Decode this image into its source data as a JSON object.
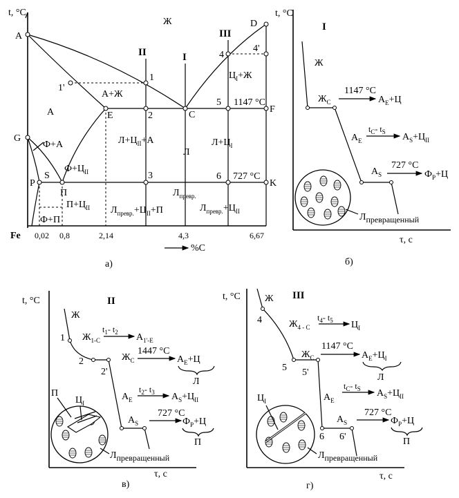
{
  "panel_a": {
    "axis_t": "t, °C",
    "axis_x": "%C",
    "caption": "а)",
    "pts": {
      "A": "A",
      "D": "D",
      "E": "E",
      "C": "C",
      "F": "F",
      "G": "G",
      "P": "P",
      "S": "S",
      "K": "K",
      "p1p": "1'",
      "n1": "1",
      "n2": "2",
      "n3": "3",
      "n4": "4",
      "n4p": "4'",
      "n5": "5",
      "n6": "6"
    },
    "roman": {
      "II": "II",
      "I": "I",
      "III": "III"
    },
    "phases": {
      "zh": "Ж",
      "a": "A",
      "az": "A+Ж",
      "cz": "Ц",
      "cz_rest": "+Ж",
      "fa": "Ф+А",
      "fc": "Ф+Ц",
      "fc_sub": "II",
      "p": "П",
      "pc": "П+Ц",
      "pc_sub": "II",
      "fp": "Ф+П",
      "la": "Л+Ц",
      "la_mid": "II",
      "la_rest": "+А",
      "l": "Л",
      "lc": "Л+Ц",
      "lc_sub": "I",
      "lprev": "Л",
      "lprev_sub": "превр.",
      "lpc": "Л",
      "lpc_sub": "превр.",
      "lpc_mid": "+Ц",
      "lpc_sub2": "II",
      "lpc_end": "+П",
      "lpc2": "Л",
      "lpc2_sub": "превр.",
      "lpc2_mid": "+Ц",
      "lpc2_sub2": "II",
      "cz_sub": "I"
    },
    "temps": {
      "t1147": "1147 °С",
      "t727": "727 °С"
    },
    "ticks": {
      "fe": "Fe",
      "x002": "0,02",
      "x08": "0,8",
      "x214": "2,14",
      "x43": "4,3",
      "x667": "6,67"
    }
  },
  "panel_b": {
    "caption": "б)",
    "roman": "I",
    "axis_t": "t, °C",
    "axis_tau": "τ, с",
    "labels": {
      "zh": "Ж",
      "zhc": "Ж",
      "zhc_sub": "С",
      "ae": "А",
      "ae_sub": "E",
      "as": "А",
      "as_sub": "S",
      "t1147": "1147 °С",
      "r1": "А",
      "r1_sub": "Е",
      "r1_rest": "+Ц",
      "tc": "t",
      "tc_sub1": "C",
      "tc_mid": "- t",
      "tc_sub2": "S",
      "r2": "А",
      "r2_sub": "S",
      "r2_rest": "+Ц",
      "r2_sub2": "II",
      "t727": "727 °С",
      "r3": "Ф",
      "r3_sub": "Р",
      "r3_rest": "+Ц",
      "micro": "Л",
      "micro_sub": "превращенный"
    }
  },
  "panel_c": {
    "caption": "в)",
    "roman": "II",
    "axis_t": "t, °C",
    "axis_tau": "τ, с",
    "labels": {
      "zh": "Ж",
      "n1": "1",
      "n2": "2",
      "n2p": "2'",
      "zh1": "Ж",
      "zh1_sub": "1-С",
      "t12": "t",
      "t12_sub1": "1",
      "t12_mid": "- t",
      "t12_sub2": "2",
      "a1": "А",
      "a1_sub": "1'-Е",
      "t1447": "1447 °С",
      "zhc": "Ж",
      "zhc_sub": "С",
      "r1": "А",
      "r1_sub": "Е",
      "r1_rest": "+Ц",
      "l": "Л",
      "ae": "А",
      "ae_sub": "Е",
      "t23": "t",
      "t23_sub1": "2",
      "t23_mid": "- t",
      "t23_sub2": "3",
      "r2": "А",
      "r2_sub": "S",
      "r2_rest": "+Ц",
      "r2_sub2": "II",
      "as": "А",
      "as_sub": "S",
      "t727": "727 °С",
      "r3": "Ф",
      "r3_sub": "Р",
      "r3_rest": "+Ц",
      "p": "П",
      "mp": "П",
      "mc": "Ц",
      "mc_sub": "I",
      "micro": "Л",
      "micro_sub": "превращенный"
    }
  },
  "panel_d": {
    "caption": "г)",
    "roman": "III",
    "axis_t": "t, °C",
    "axis_tau": "τ, с",
    "labels": {
      "zh": "Ж",
      "n4": "4",
      "n5": "5",
      "n5p": "5'",
      "n6": "6",
      "n6p": "6'",
      "zh4": "Ж",
      "zh4_sub": "4 - С",
      "t45": "t",
      "t45_sub1": "4",
      "t45_mid": "- t",
      "t45_sub2": "5",
      "c1": "Ц",
      "c1_sub": "I",
      "t1147": "1147 °С",
      "zhc": "Ж",
      "zhc_sub": "С",
      "r1": "А",
      "r1_sub": "Е",
      "r1_rest": "+Ц",
      "r1_sub2": "I",
      "l": "Л",
      "ae": "А",
      "ae_sub": "Е",
      "tcs": "t",
      "tcs_sub1": "C",
      "tcs_mid": "- t",
      "tcs_sub2": "S",
      "r2": "А",
      "r2_sub": "S",
      "r2_rest": "+Ц",
      "r2_sub2": "II",
      "as": "А",
      "as_sub": "S",
      "t727": "727 °С",
      "r3": "Ф",
      "r3_sub": "Р",
      "r3_rest": "+Ц",
      "p": "П",
      "mc": "Ц",
      "mc_sub": "I",
      "micro": "Л",
      "micro_sub": "превращенный"
    }
  }
}
